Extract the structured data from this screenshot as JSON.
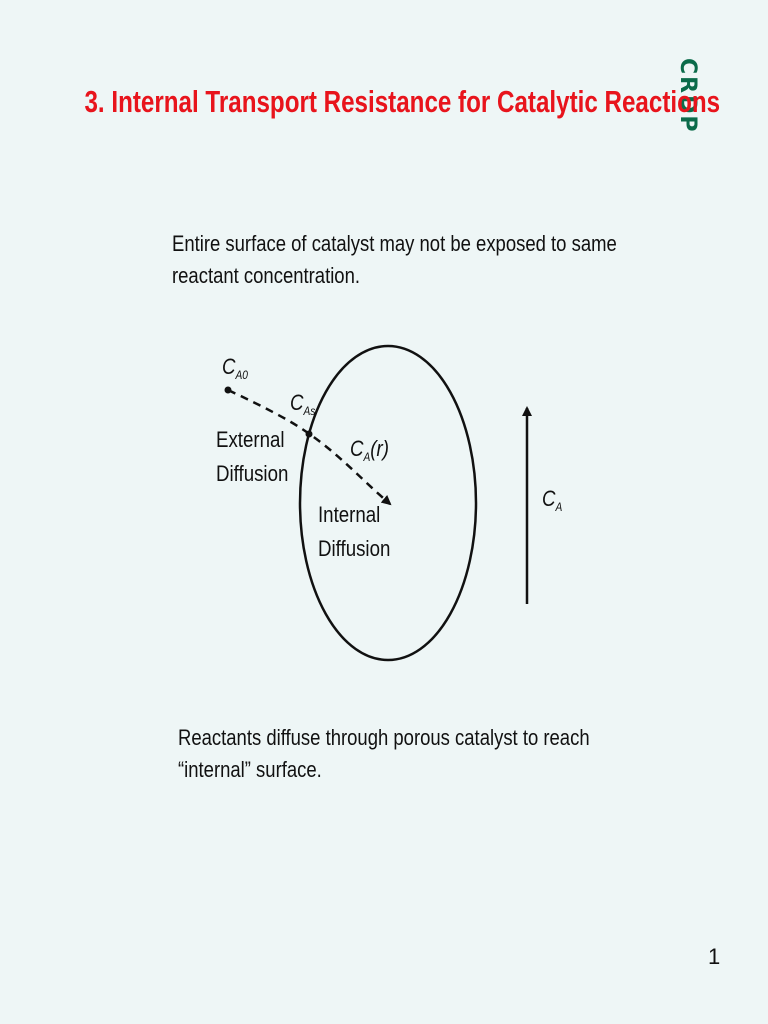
{
  "slide": {
    "logo": "CRDP",
    "title": "3. Internal Transport Resistance for Catalytic Reactions",
    "intro_lines": [
      "Entire surface of catalyst may not be exposed to same",
      "reactant concentration."
    ],
    "caption_lines": [
      "Reactants diffuse through porous catalyst to reach",
      "“internal” surface."
    ],
    "page_number": "1"
  },
  "diagram": {
    "label_ca0": {
      "base": "C",
      "sub": "A0"
    },
    "label_cas": {
      "base": "C",
      "sub": "As"
    },
    "label_car": {
      "base": "C",
      "sub": "A",
      "suffix": "(r)"
    },
    "label_ca": {
      "base": "C",
      "sub": "A"
    },
    "external_lines": [
      "External",
      "Diffusion"
    ],
    "internal_lines": [
      "Internal",
      "Diffusion"
    ]
  }
}
